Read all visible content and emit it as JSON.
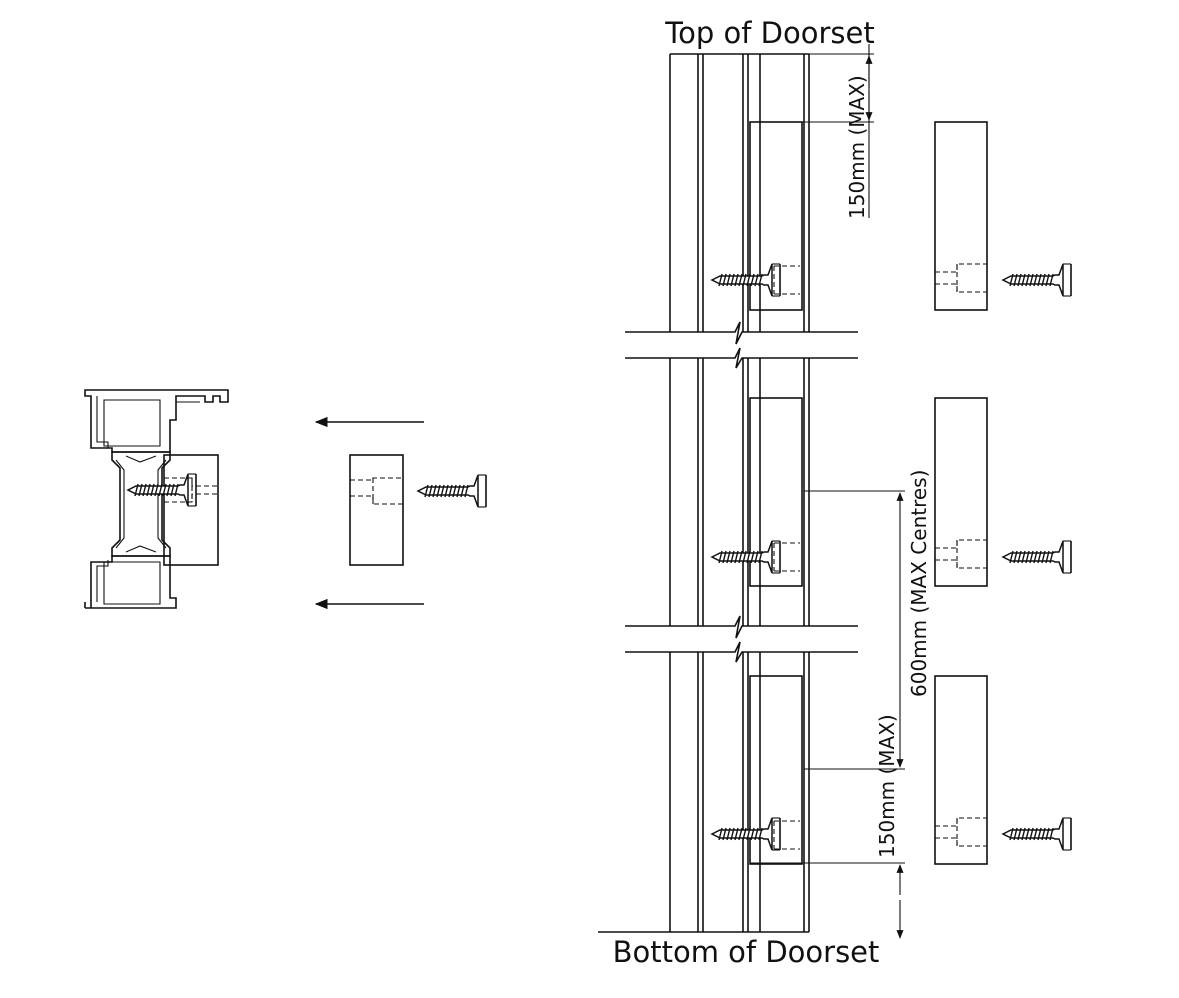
{
  "labels": {
    "top": "Top of Doorset",
    "bottom": "Bottom of Doorset",
    "dim_top": "150mm (MAX)",
    "dim_centres": "600mm (MAX Centres)",
    "dim_bottom": "150mm (MAX)"
  },
  "colors": {
    "line": "#111111",
    "background": "#ffffff"
  },
  "icons": [
    "screw-icon",
    "arrow-left-icon",
    "fixing-block-icon"
  ]
}
